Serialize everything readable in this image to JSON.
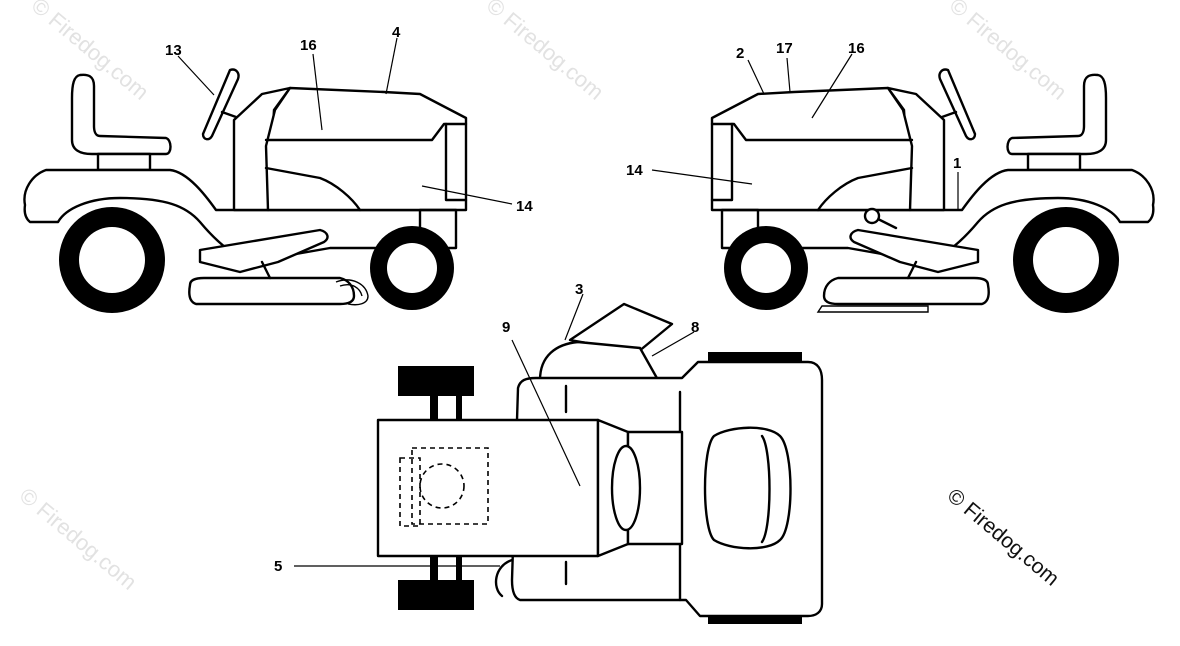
{
  "watermark": {
    "faint_text": "© Firedog.com",
    "main_text": "© Firedog.com"
  },
  "labels": {
    "left_view": {
      "l13": "13",
      "l16": "16",
      "l4": "4",
      "l14": "14"
    },
    "right_view": {
      "l2": "2",
      "l17": "17",
      "l16": "16",
      "l14": "14",
      "l1": "1"
    },
    "top_view": {
      "l3": "3",
      "l8": "8",
      "l9": "9",
      "l5": "5"
    }
  }
}
